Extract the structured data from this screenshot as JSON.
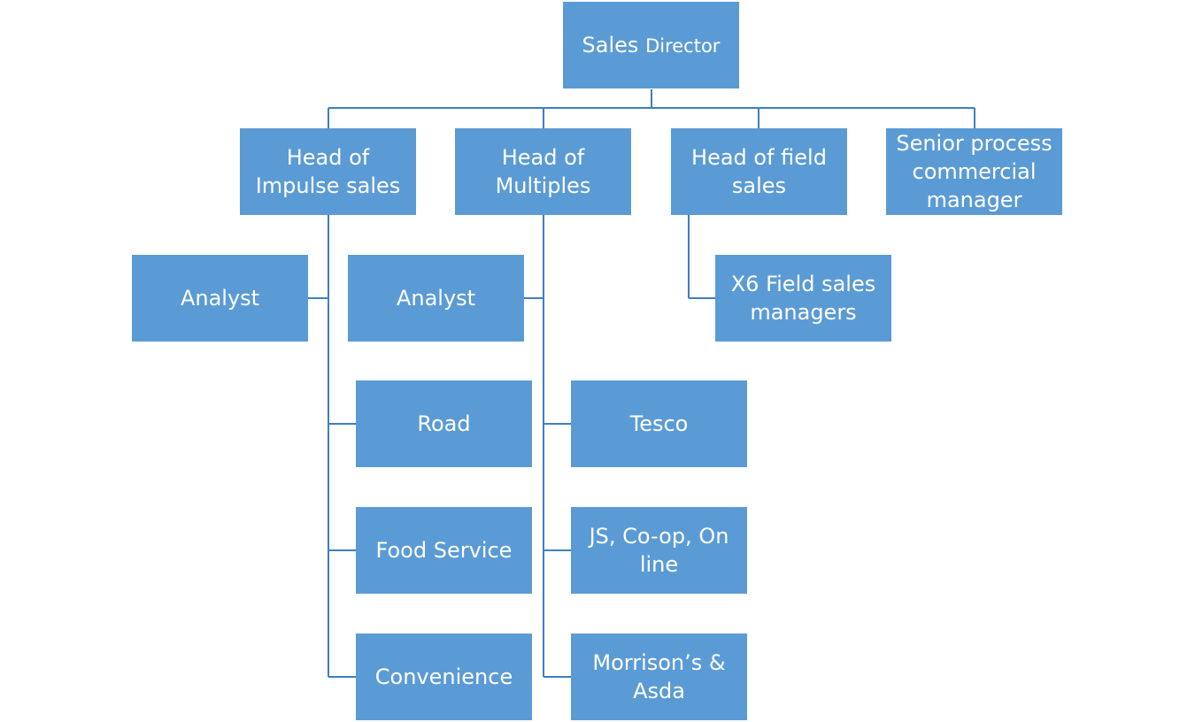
{
  "nodes": {
    "sales_director": {
      "label_main": "Sales",
      "label_small": "Director"
    },
    "head_impulse": {
      "label": "Head of Impulse sales"
    },
    "head_multiples": {
      "label": "Head of Multiples"
    },
    "head_field": {
      "label": "Head of field sales"
    },
    "senior_process": {
      "label": "Senior process commercial manager"
    },
    "impulse_analyst": {
      "label": "Analyst"
    },
    "multiples_analyst": {
      "label": "Analyst"
    },
    "field_managers": {
      "label": "X6 Field sales managers"
    },
    "road": {
      "label": "Road"
    },
    "food_service": {
      "label": "Food Service"
    },
    "convenience": {
      "label": "Convenience"
    },
    "tesco": {
      "label": "Tesco"
    },
    "js_coop_online": {
      "label": "JS, Co-op, On line"
    },
    "morrisons_asda": {
      "label": "Morrison’s & Asda"
    }
  },
  "colors": {
    "box_fill": "#5b9bd5",
    "connector": "#3f7fbf",
    "text": "#ffffff"
  }
}
